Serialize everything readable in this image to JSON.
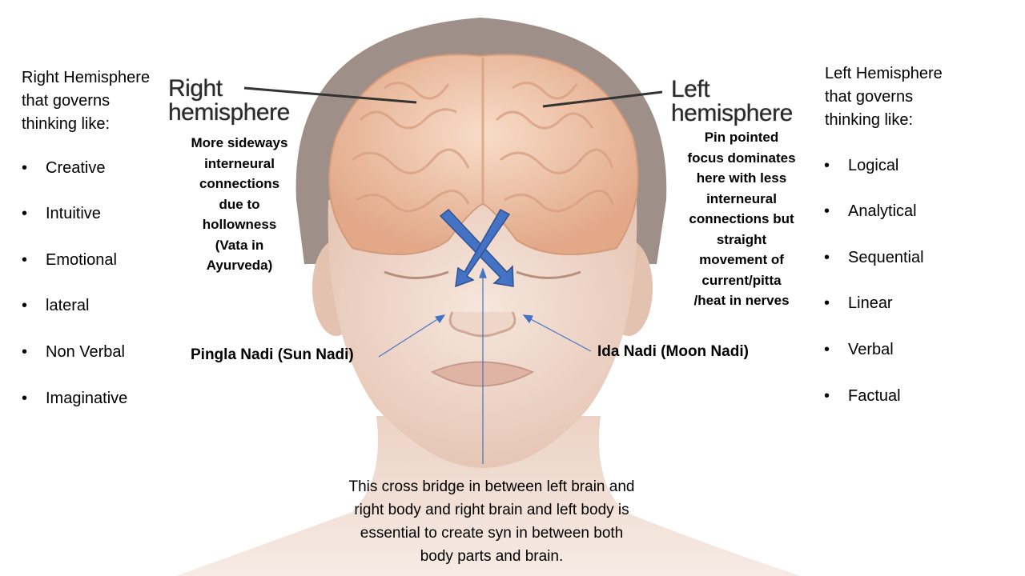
{
  "left_panel": {
    "heading": [
      "Right Hemisphere",
      "that governs",
      "thinking like:"
    ],
    "items": [
      "Creative",
      "Intuitive",
      "Emotional",
      "lateral",
      "Non Verbal",
      "Imaginative"
    ]
  },
  "right_panel": {
    "heading": [
      "Left Hemisphere",
      "that governs",
      "thinking like:"
    ],
    "items": [
      "Logical",
      "Analytical",
      "Sequential",
      "Linear",
      "Verbal",
      "Factual"
    ]
  },
  "image_labels": {
    "right": [
      "Right",
      "hemisphere"
    ],
    "left": [
      "Left",
      "hemisphere"
    ]
  },
  "notes": {
    "right_hemisphere": [
      "More sideways",
      "interneural",
      "connections",
      "due to",
      "hollowness",
      "(Vata in",
      "Ayurveda)"
    ],
    "left_hemisphere": [
      "Pin pointed",
      "focus dominates",
      "here with less",
      "interneural",
      "connections but",
      "straight",
      "movement of",
      "current/pitta",
      "/heat in nerves"
    ]
  },
  "nadis": {
    "pingla": "Pingla Nadi (Sun Nadi)",
    "ida": "Ida Nadi (Moon Nadi)"
  },
  "bottom_text": [
    "This cross bridge in between left brain and",
    "right body and right brain and left body is",
    "essential to create syn in between both",
    "body parts and brain."
  ],
  "colors": {
    "arrow": "#4472c4",
    "arrow_border": "#2f528f",
    "skin": "#f0d9cc",
    "hair": "#9b8b84",
    "brain": "#f2c4a8"
  }
}
